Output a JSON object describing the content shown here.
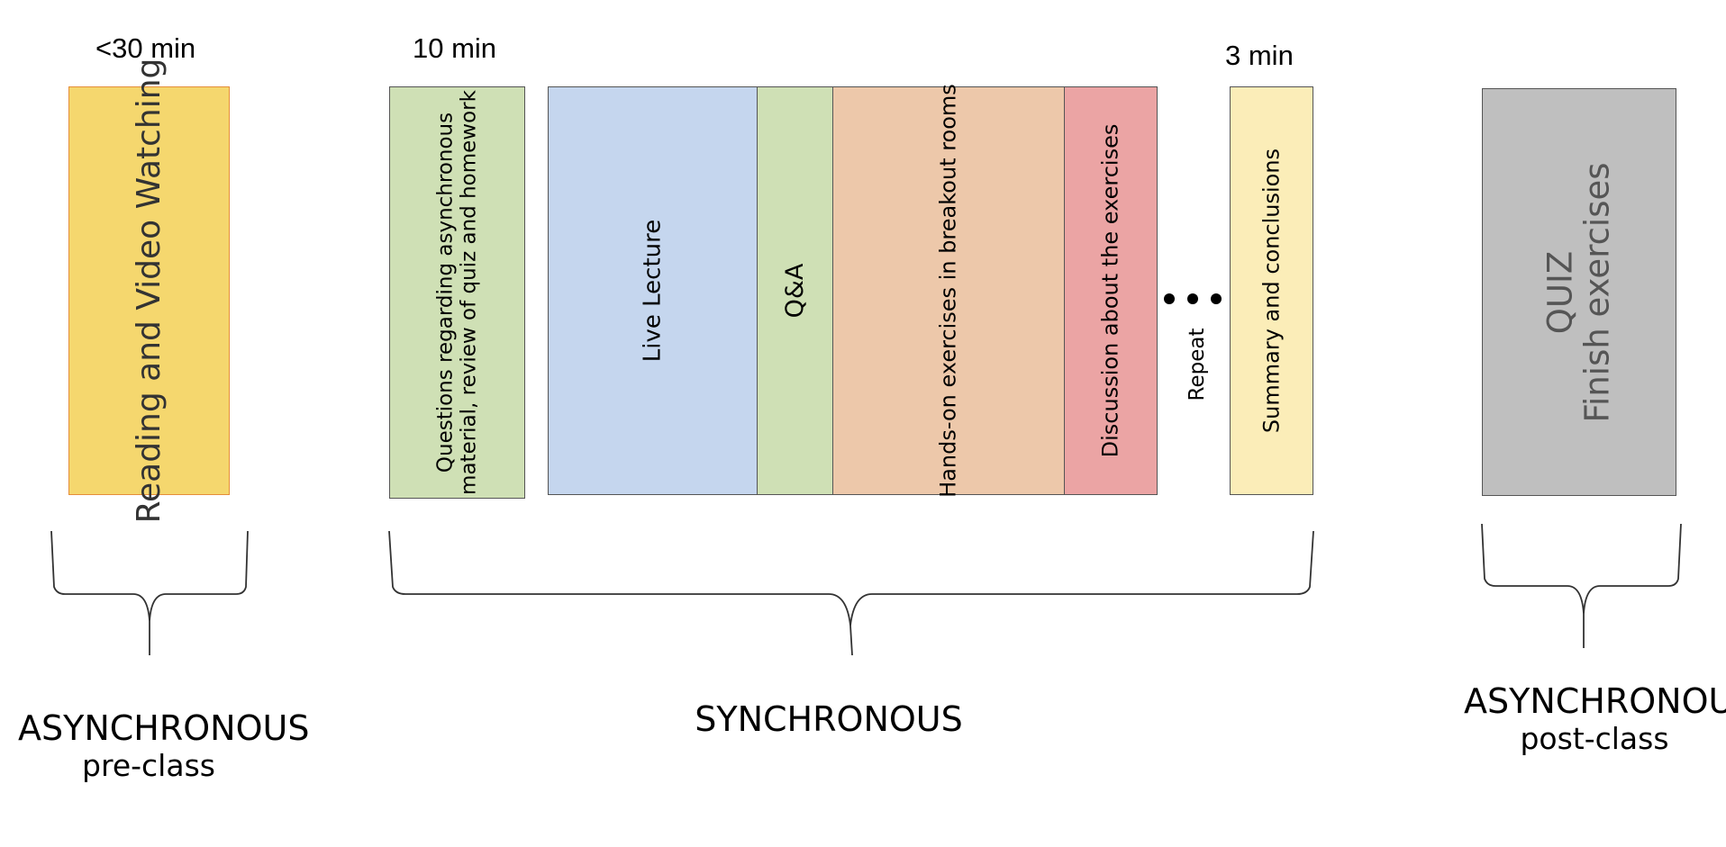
{
  "durations": {
    "pre_class": "<30 min",
    "questions": "10 min",
    "summary": "3 min"
  },
  "blocks": {
    "reading": "Reading and Video Watching",
    "questions_line1": "Questions regarding asynchronous",
    "questions_line2": "material, review of quiz and homework",
    "live_lecture": "Live Lecture",
    "qa": "Q&A",
    "hands_on": "Hands-on exercises in breakout rooms",
    "discussion": "Discussion about the exercises",
    "repeat": "Repeat",
    "summary": "Summary and conclusions",
    "quiz": "QUIZ",
    "finish": "Finish exercises"
  },
  "groups": {
    "pre": {
      "main": "ASYNCHRONOUS",
      "sub": "pre-class"
    },
    "sync": {
      "main": "SYNCHRONOUS"
    },
    "post": {
      "main": "ASYNCHRONOUS",
      "sub": "post-class"
    }
  },
  "colors": {
    "reading": "#f5d76e",
    "questions": "#cfe0b5",
    "live_lecture": "#c5d6ee",
    "qa": "#cfe0b5",
    "hands_on": "#edc8aa",
    "discussion": "#eba4a4",
    "summary": "#fbedb8",
    "quiz": "#bfbfbf"
  },
  "icons": {
    "ellipsis": "three-dots-icon"
  }
}
